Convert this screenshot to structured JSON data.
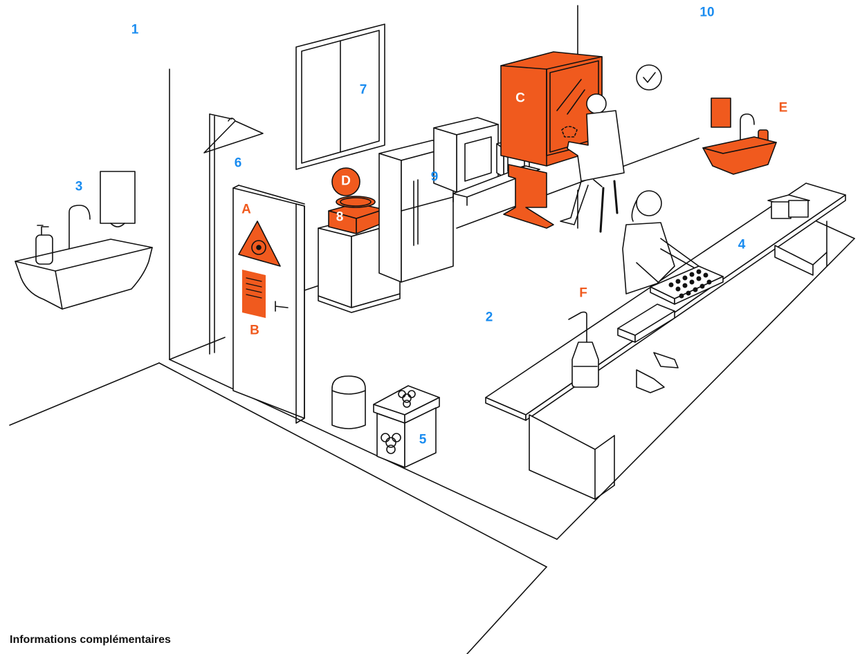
{
  "colors": {
    "line": "#111111",
    "blue_label": "#1a8cf0",
    "orange_highlight": "#f05a1e",
    "background": "#ffffff"
  },
  "labels": {
    "n1": "1",
    "n2": "2",
    "n3": "3",
    "n4": "4",
    "n5": "5",
    "n6": "6",
    "n7": "7",
    "n8": "8",
    "n9": "9",
    "n10": "10",
    "A": "A",
    "B": "B",
    "C": "C",
    "D": "D",
    "E": "E",
    "F": "F"
  },
  "icons": [
    "biohazard-warning-icon",
    "biohazard-symbol-icon",
    "checkmark-circle-icon"
  ],
  "footer": {
    "title": "Informations complémentaires"
  }
}
